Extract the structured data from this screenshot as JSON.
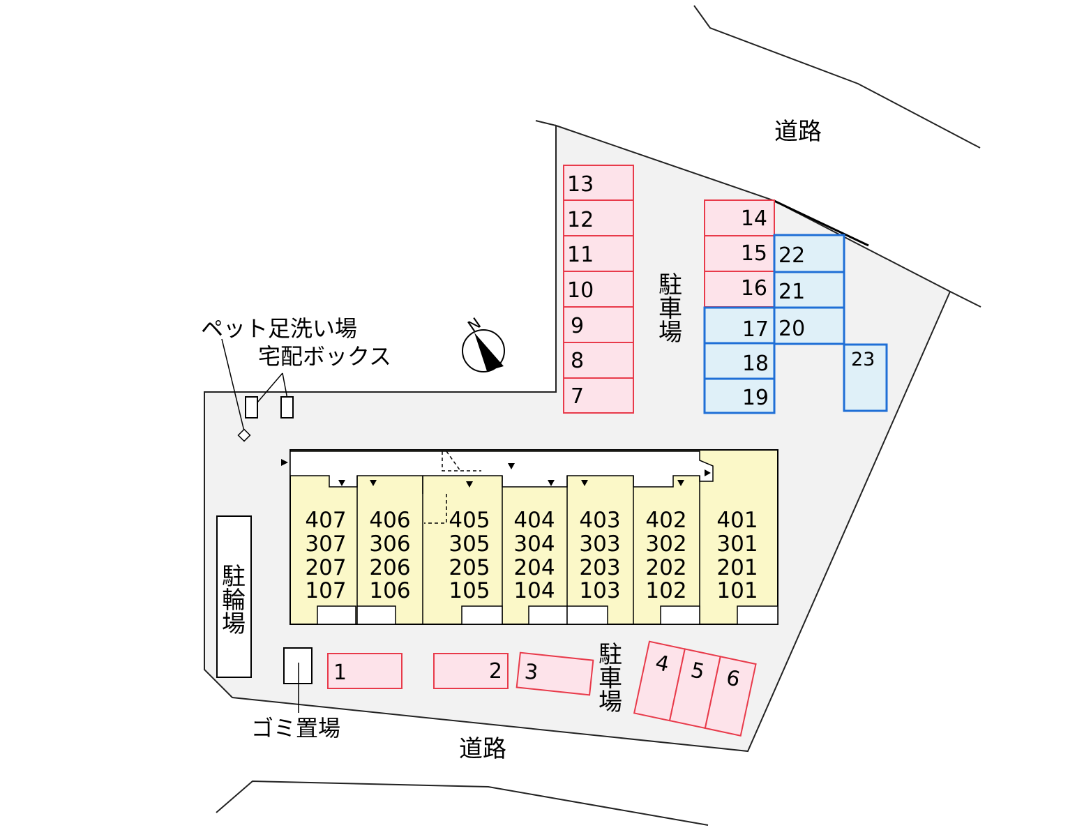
{
  "labels": {
    "road_top": "道路",
    "road_bottom": "道路",
    "parking_north": [
      "駐",
      "車",
      "場"
    ],
    "parking_south": [
      "駐",
      "車",
      "場"
    ],
    "bicycle_parking": [
      "駐",
      "輪",
      "場"
    ],
    "pet_wash": "ペット足洗い場",
    "delivery_box": "宅配ボックス",
    "garbage": "ゴミ置場",
    "compass_north": "N"
  },
  "colors": {
    "parking_red_fill": "#fde3ea",
    "parking_red_stroke": "#e83a4a",
    "parking_blue_fill": "#dff0f8",
    "parking_blue_stroke": "#1f6fd6",
    "building_fill": "#fbf8c8",
    "site_fill": "#f2f2f2"
  },
  "parking_spaces": {
    "red": [
      "1",
      "2",
      "3",
      "4",
      "5",
      "6",
      "7",
      "8",
      "9",
      "10",
      "11",
      "12",
      "13",
      "14",
      "15",
      "16"
    ],
    "blue": [
      "17",
      "18",
      "19",
      "20",
      "21",
      "22",
      "23"
    ]
  },
  "units": [
    [
      "407",
      "307",
      "207",
      "107"
    ],
    [
      "406",
      "306",
      "206",
      "106"
    ],
    [
      "405",
      "305",
      "205",
      "105"
    ],
    [
      "404",
      "304",
      "204",
      "104"
    ],
    [
      "403",
      "303",
      "203",
      "103"
    ],
    [
      "402",
      "302",
      "202",
      "102"
    ],
    [
      "401",
      "301",
      "201",
      "101"
    ]
  ]
}
